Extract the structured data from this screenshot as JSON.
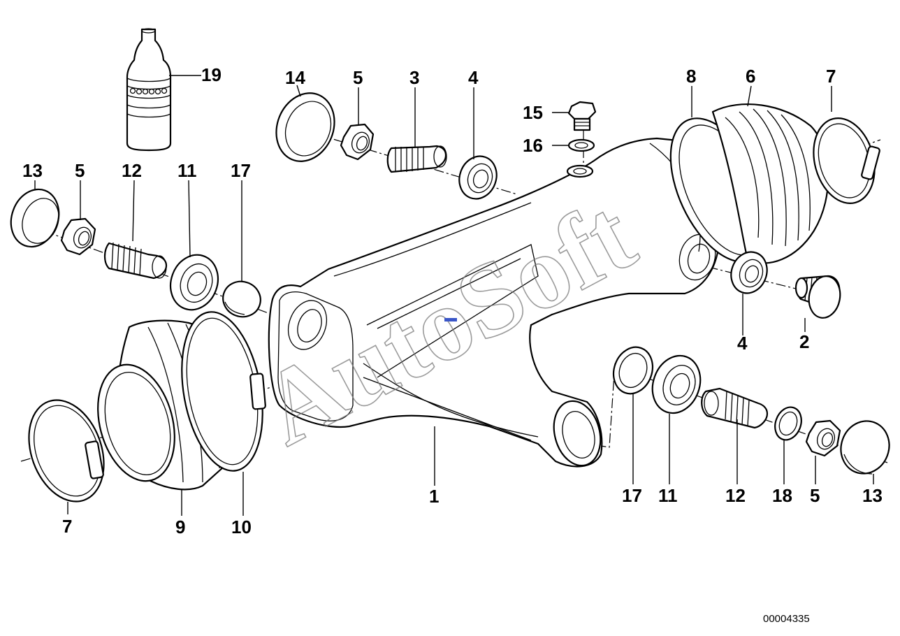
{
  "diagram": {
    "document_number": "00004335",
    "watermark": "AutoSoft",
    "callouts": {
      "c19": "19",
      "c14": "14",
      "c5_top": "5",
      "c3": "3",
      "c4_top": "4",
      "c15": "15",
      "c16": "16",
      "c8": "8",
      "c6": "6",
      "c7_top": "7",
      "c13_left": "13",
      "c5_left": "5",
      "c12_left": "12",
      "c11_left": "11",
      "c17_left": "17",
      "c4_right": "4",
      "c2": "2",
      "c7_bottom": "7",
      "c9": "9",
      "c10": "10",
      "c1": "1",
      "c17_right": "17",
      "c11_right": "11",
      "c12_right": "12",
      "c18": "18",
      "c5_right": "5",
      "c13_right": "13"
    }
  }
}
